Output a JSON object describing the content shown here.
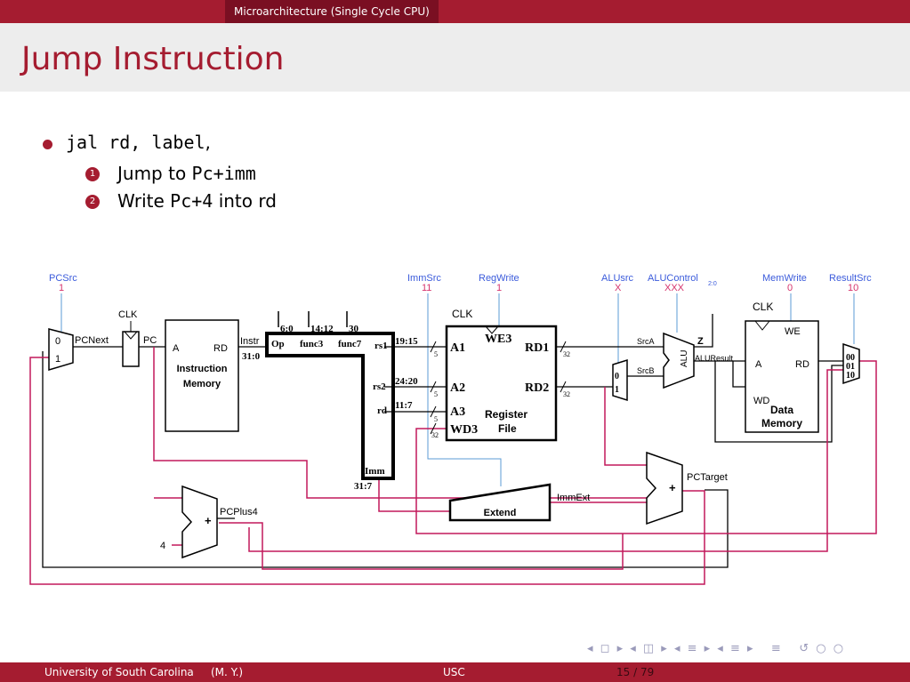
{
  "header": {
    "section": "Microarchitecture (Single Cycle CPU)"
  },
  "slide": {
    "title": "Jump Instruction",
    "bullet": {
      "code": "jal rd, label",
      "suffix": ","
    },
    "items": [
      {
        "num": "1",
        "pre": "Jump to ",
        "code": "Pc+imm",
        "post": ""
      },
      {
        "num": "2",
        "pre": "Write ",
        "code": "Pc+4",
        "post": " into rd"
      }
    ]
  },
  "diagram": {
    "controls": {
      "pcsrc": {
        "label": "PCSrc",
        "value": "1"
      },
      "immsrc": {
        "label": "ImmSrc",
        "value": "11"
      },
      "regwrite": {
        "label": "RegWrite",
        "value": "1"
      },
      "alusrc": {
        "label": "ALUsrc",
        "value": "X"
      },
      "alucontrol": {
        "label": "ALUControl",
        "sub": "2:0",
        "value": "XXX"
      },
      "memwrite": {
        "label": "MemWrite",
        "value": "0"
      },
      "resultsrc": {
        "label": "ResultSrc",
        "value": "10"
      }
    },
    "labels": {
      "clk": "CLK",
      "pcnext": "PCNext",
      "pc": "PC",
      "mux0": "0",
      "mux1": "1",
      "im_a": "A",
      "im_rd": "RD",
      "im_name1": "Instruction",
      "im_name2": "Memory",
      "instr": "Instr",
      "instr_range": "31:0",
      "f60": "6:0",
      "f1412": "14:12",
      "f30": "30",
      "op": "Op",
      "func3": "func3",
      "func7": "func7",
      "rs1": "rs1",
      "rs2": "rs2",
      "rd": "rd",
      "imm": "Imm",
      "imm_range": "31:7",
      "b1915": "19:15",
      "b2420": "24:20",
      "b117": "11:7",
      "w5": "5",
      "w32": "32",
      "a1": "A1",
      "a2": "A2",
      "a3": "A3",
      "wd3": "WD3",
      "we3": "WE3",
      "rd1": "RD1",
      "rd2": "RD2",
      "rf1": "Register",
      "rf2": "File",
      "srca": "SrcA",
      "srcb": "SrcB",
      "alu": "ALU",
      "zero": "Z",
      "aluresult": "ALUResult",
      "dm_a": "A",
      "dm_rd": "RD",
      "dm_wd": "WD",
      "dm_we": "WE",
      "dm1": "Data",
      "dm2": "Memory",
      "r00": "00",
      "r01": "01",
      "r10": "10",
      "extend": "Extend",
      "immext": "ImmExt",
      "pctarget": "PCTarget",
      "pcplus4": "PCPlus4",
      "four": "4",
      "plus": "+"
    }
  },
  "footer": {
    "university": "University of South Carolina",
    "author": "(M. Y.)",
    "center": "USC",
    "page": "15 / 79"
  },
  "colors": {
    "brand": "#a51c30",
    "control": "#3b5bdb",
    "value": "#d6336c",
    "wire_pink": "#c2185b",
    "wire_blue": "#5b9bd5"
  }
}
